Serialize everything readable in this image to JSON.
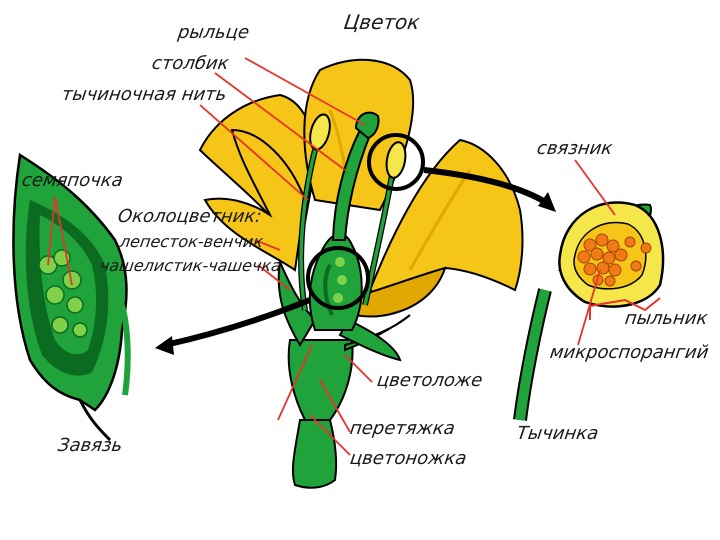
{
  "diagram": {
    "labels": {
      "flower": "Цветок",
      "stigma": "рыльце",
      "style": "столбик",
      "filament": "тычиночная нить",
      "ovule": "семяпочка",
      "perianth": "Околоцветник:",
      "petal": "лепесток-венчик",
      "sepal": "чашелистик-чашечка",
      "connective": "связник",
      "anther": "пыльник",
      "microsporangium": "микроспорангий",
      "receptacle": "цветоложе",
      "constriction": "перетяжка",
      "pedicel": "цветоножка",
      "ovary": "Завязь",
      "stamen": "Тычинка"
    },
    "colors": {
      "petal": "#f5c518",
      "petal_shadow": "#e0a800",
      "green": "#1fa33a",
      "dark_green": "#0b6b20",
      "light_green": "#7fd14a",
      "pollen": "#f07a16",
      "pointer_line": "#e8332b",
      "outline": "#000000"
    }
  }
}
